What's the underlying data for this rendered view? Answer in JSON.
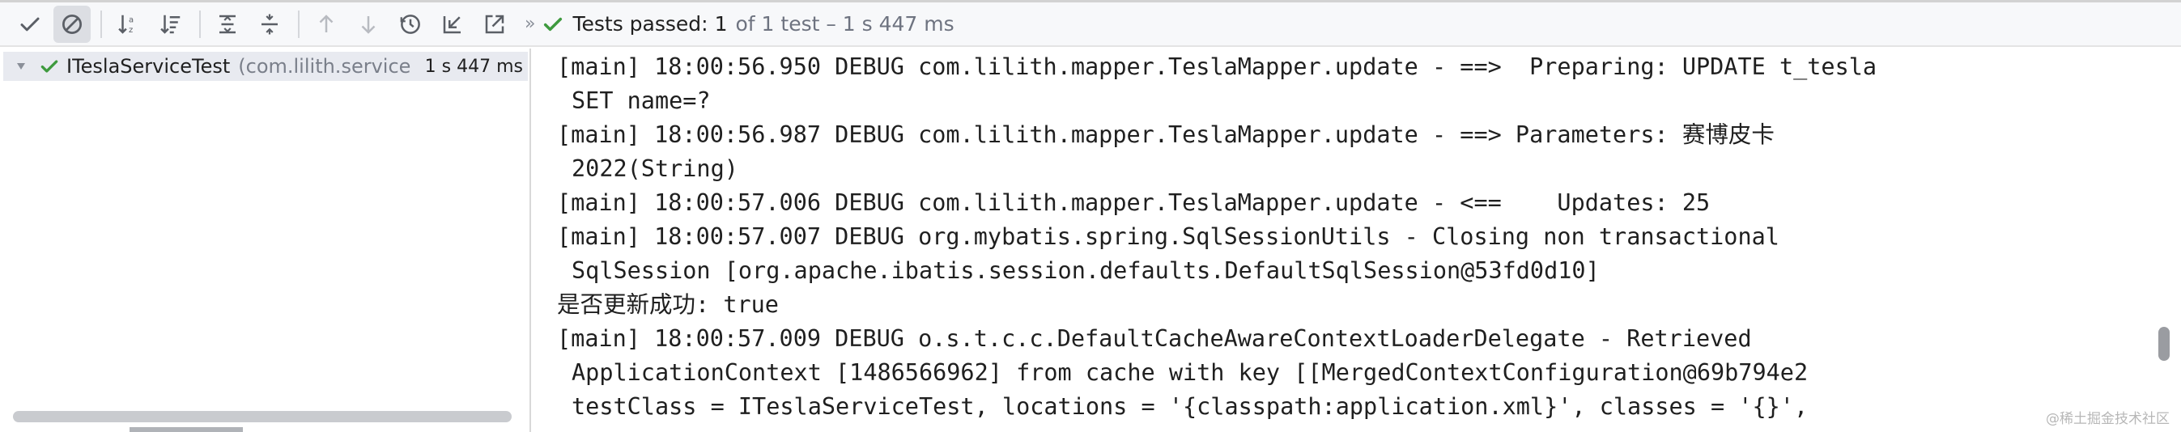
{
  "toolbar": {
    "buttons": [
      {
        "icon": "check-icon",
        "active": false
      },
      {
        "icon": "prohibit-icon",
        "active": true
      },
      {
        "icon": "sort-alpha-icon",
        "active": false
      },
      {
        "icon": "sort-duration-icon",
        "active": false
      },
      {
        "icon": "expand-all-icon",
        "active": false
      },
      {
        "icon": "collapse-all-icon",
        "active": false
      },
      {
        "icon": "arrow-up-icon",
        "active": false
      },
      {
        "icon": "arrow-down-icon",
        "active": false
      },
      {
        "icon": "history-icon",
        "active": false
      },
      {
        "icon": "import-icon",
        "active": false
      },
      {
        "icon": "export-icon",
        "active": false
      }
    ],
    "more": "»",
    "status": {
      "label": "Tests passed:",
      "count": "1",
      "detail": "of 1 test – 1 s 447 ms",
      "color": "#3e9a3e"
    }
  },
  "tree": {
    "row": {
      "name": "ITeslaServiceTest",
      "package": "(com.lilith.service",
      "time": "1 s 447 ms"
    }
  },
  "console": {
    "lines": [
      {
        "text": "[main] 18:00:56.950 DEBUG com.lilith.mapper.TeslaMapper.update - ==>  Preparing: UPDATE t_tesla",
        "cont": false
      },
      {
        "text": "SET name=?",
        "cont": true
      },
      {
        "text": "[main] 18:00:56.987 DEBUG com.lilith.mapper.TeslaMapper.update - ==> Parameters: 赛博皮卡",
        "cont": false
      },
      {
        "text": "2022(String)",
        "cont": true
      },
      {
        "text": "[main] 18:00:57.006 DEBUG com.lilith.mapper.TeslaMapper.update - <==    Updates: 25",
        "cont": false
      },
      {
        "text": "[main] 18:00:57.007 DEBUG org.mybatis.spring.SqlSessionUtils - Closing non transactional",
        "cont": false
      },
      {
        "text": "SqlSession [org.apache.ibatis.session.defaults.DefaultSqlSession@53fd0d10]",
        "cont": true
      },
      {
        "text": "是否更新成功: true",
        "cont": false
      },
      {
        "text": "[main] 18:00:57.009 DEBUG o.s.t.c.c.DefaultCacheAwareContextLoaderDelegate - Retrieved",
        "cont": false
      },
      {
        "text": "ApplicationContext [1486566962] from cache with key [[MergedContextConfiguration@69b794e2",
        "cont": true
      },
      {
        "text": "testClass = ITeslaServiceTest, locations = '{classpath:application.xml}', classes = '{}',",
        "cont": true
      }
    ]
  },
  "watermark": "@稀土掘金技术社区",
  "colors": {
    "pass_green": "#3e9a3e",
    "toolbar_bg": "#f7f8fa",
    "selected_row": "#e8eaf0"
  }
}
